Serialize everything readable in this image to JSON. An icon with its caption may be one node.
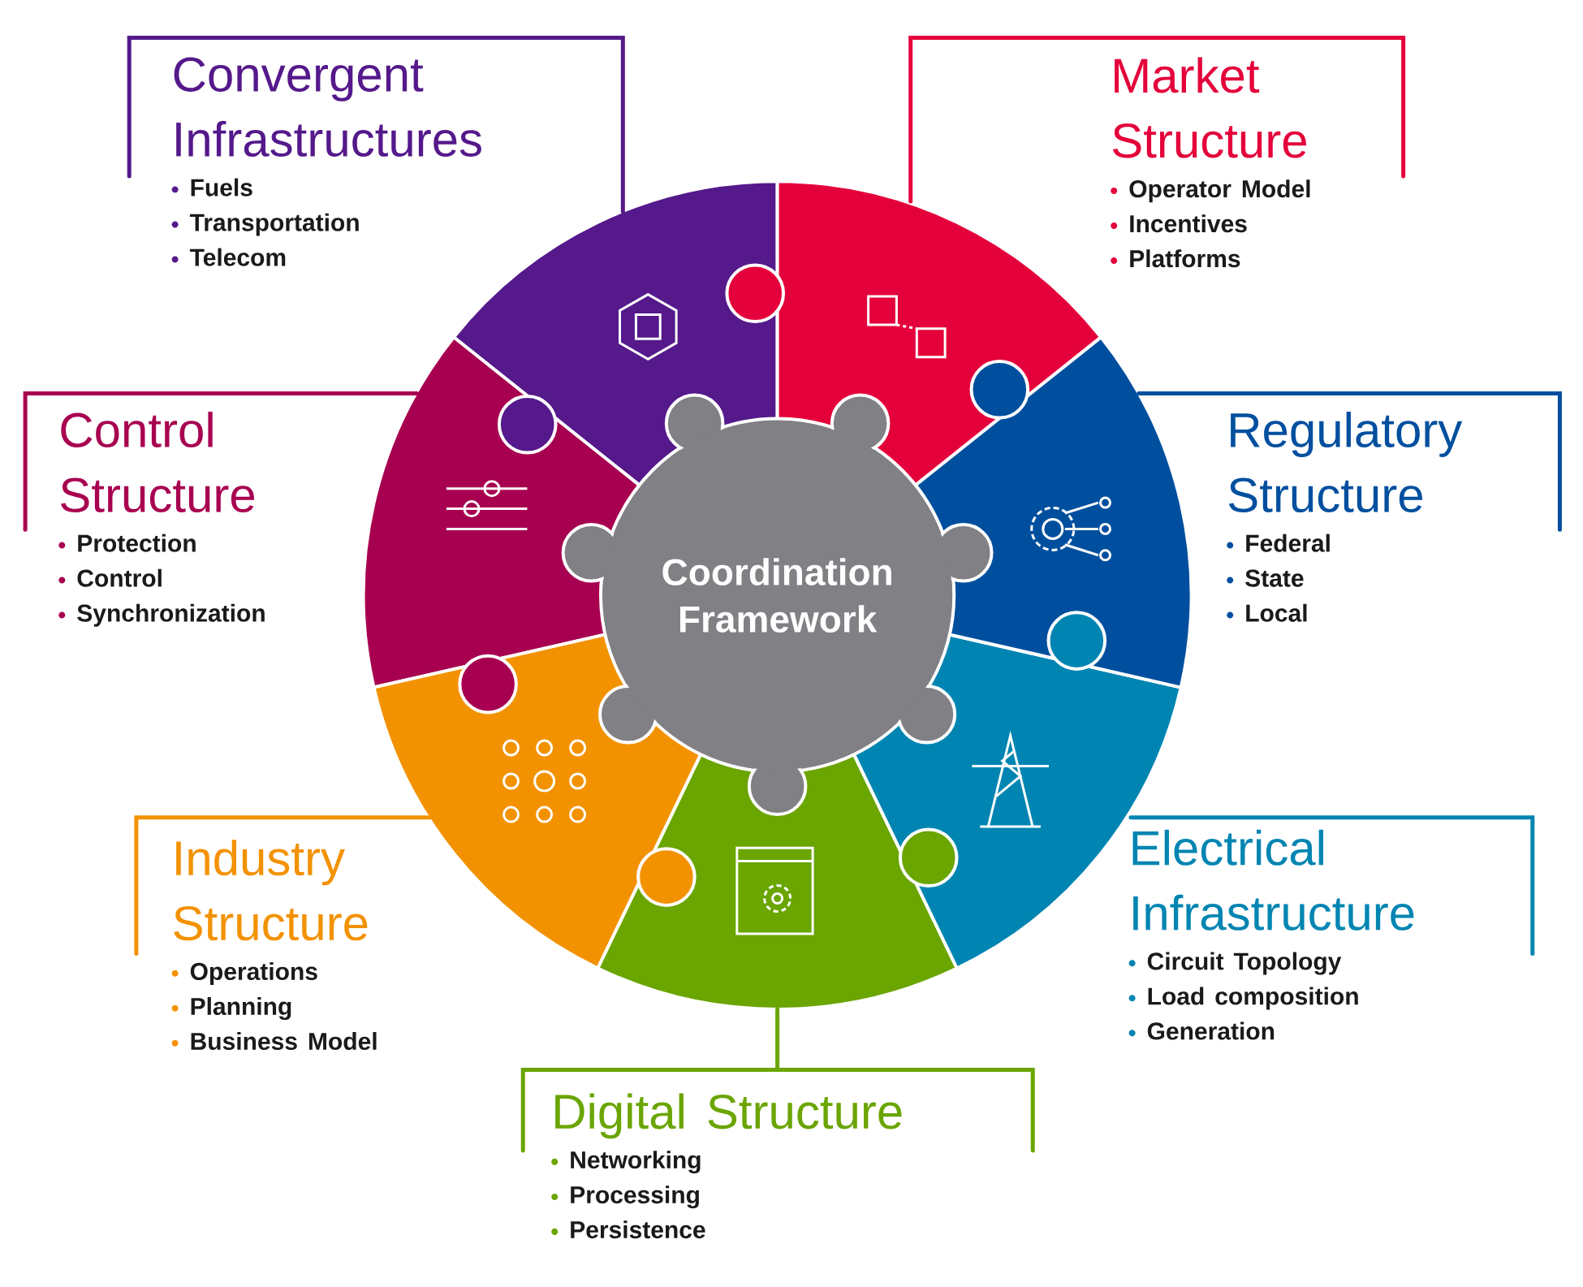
{
  "diagram": {
    "nodes": [
      {
        "text": [
          "Convergent Infrastructures",
          "Fuels",
          "Transportation",
          "Telecom"
        ]
      },
      {
        "text": [
          "Market Structure",
          "Operator Model",
          "Incentives",
          "Platforms"
        ]
      },
      {
        "text": [
          "Control Structure",
          "Protection",
          "Control",
          "Synchronization"
        ]
      },
      {
        "text": [
          "Regulatory Structure",
          "Federal",
          "State",
          "Local"
        ]
      },
      {
        "text": [
          "Coordination Framework"
        ]
      },
      {
        "text": [
          "Industry Structure",
          "Operations",
          "Planning",
          "Business Model"
        ]
      },
      {
        "text": [
          "Electrical Infrastructure",
          "Circuit Topology",
          "Load composition",
          "Generation"
        ]
      },
      {
        "text": [
          "Digital Structure",
          "Networking",
          "Processing",
          "Persistence"
        ]
      }
    ]
  }
}
